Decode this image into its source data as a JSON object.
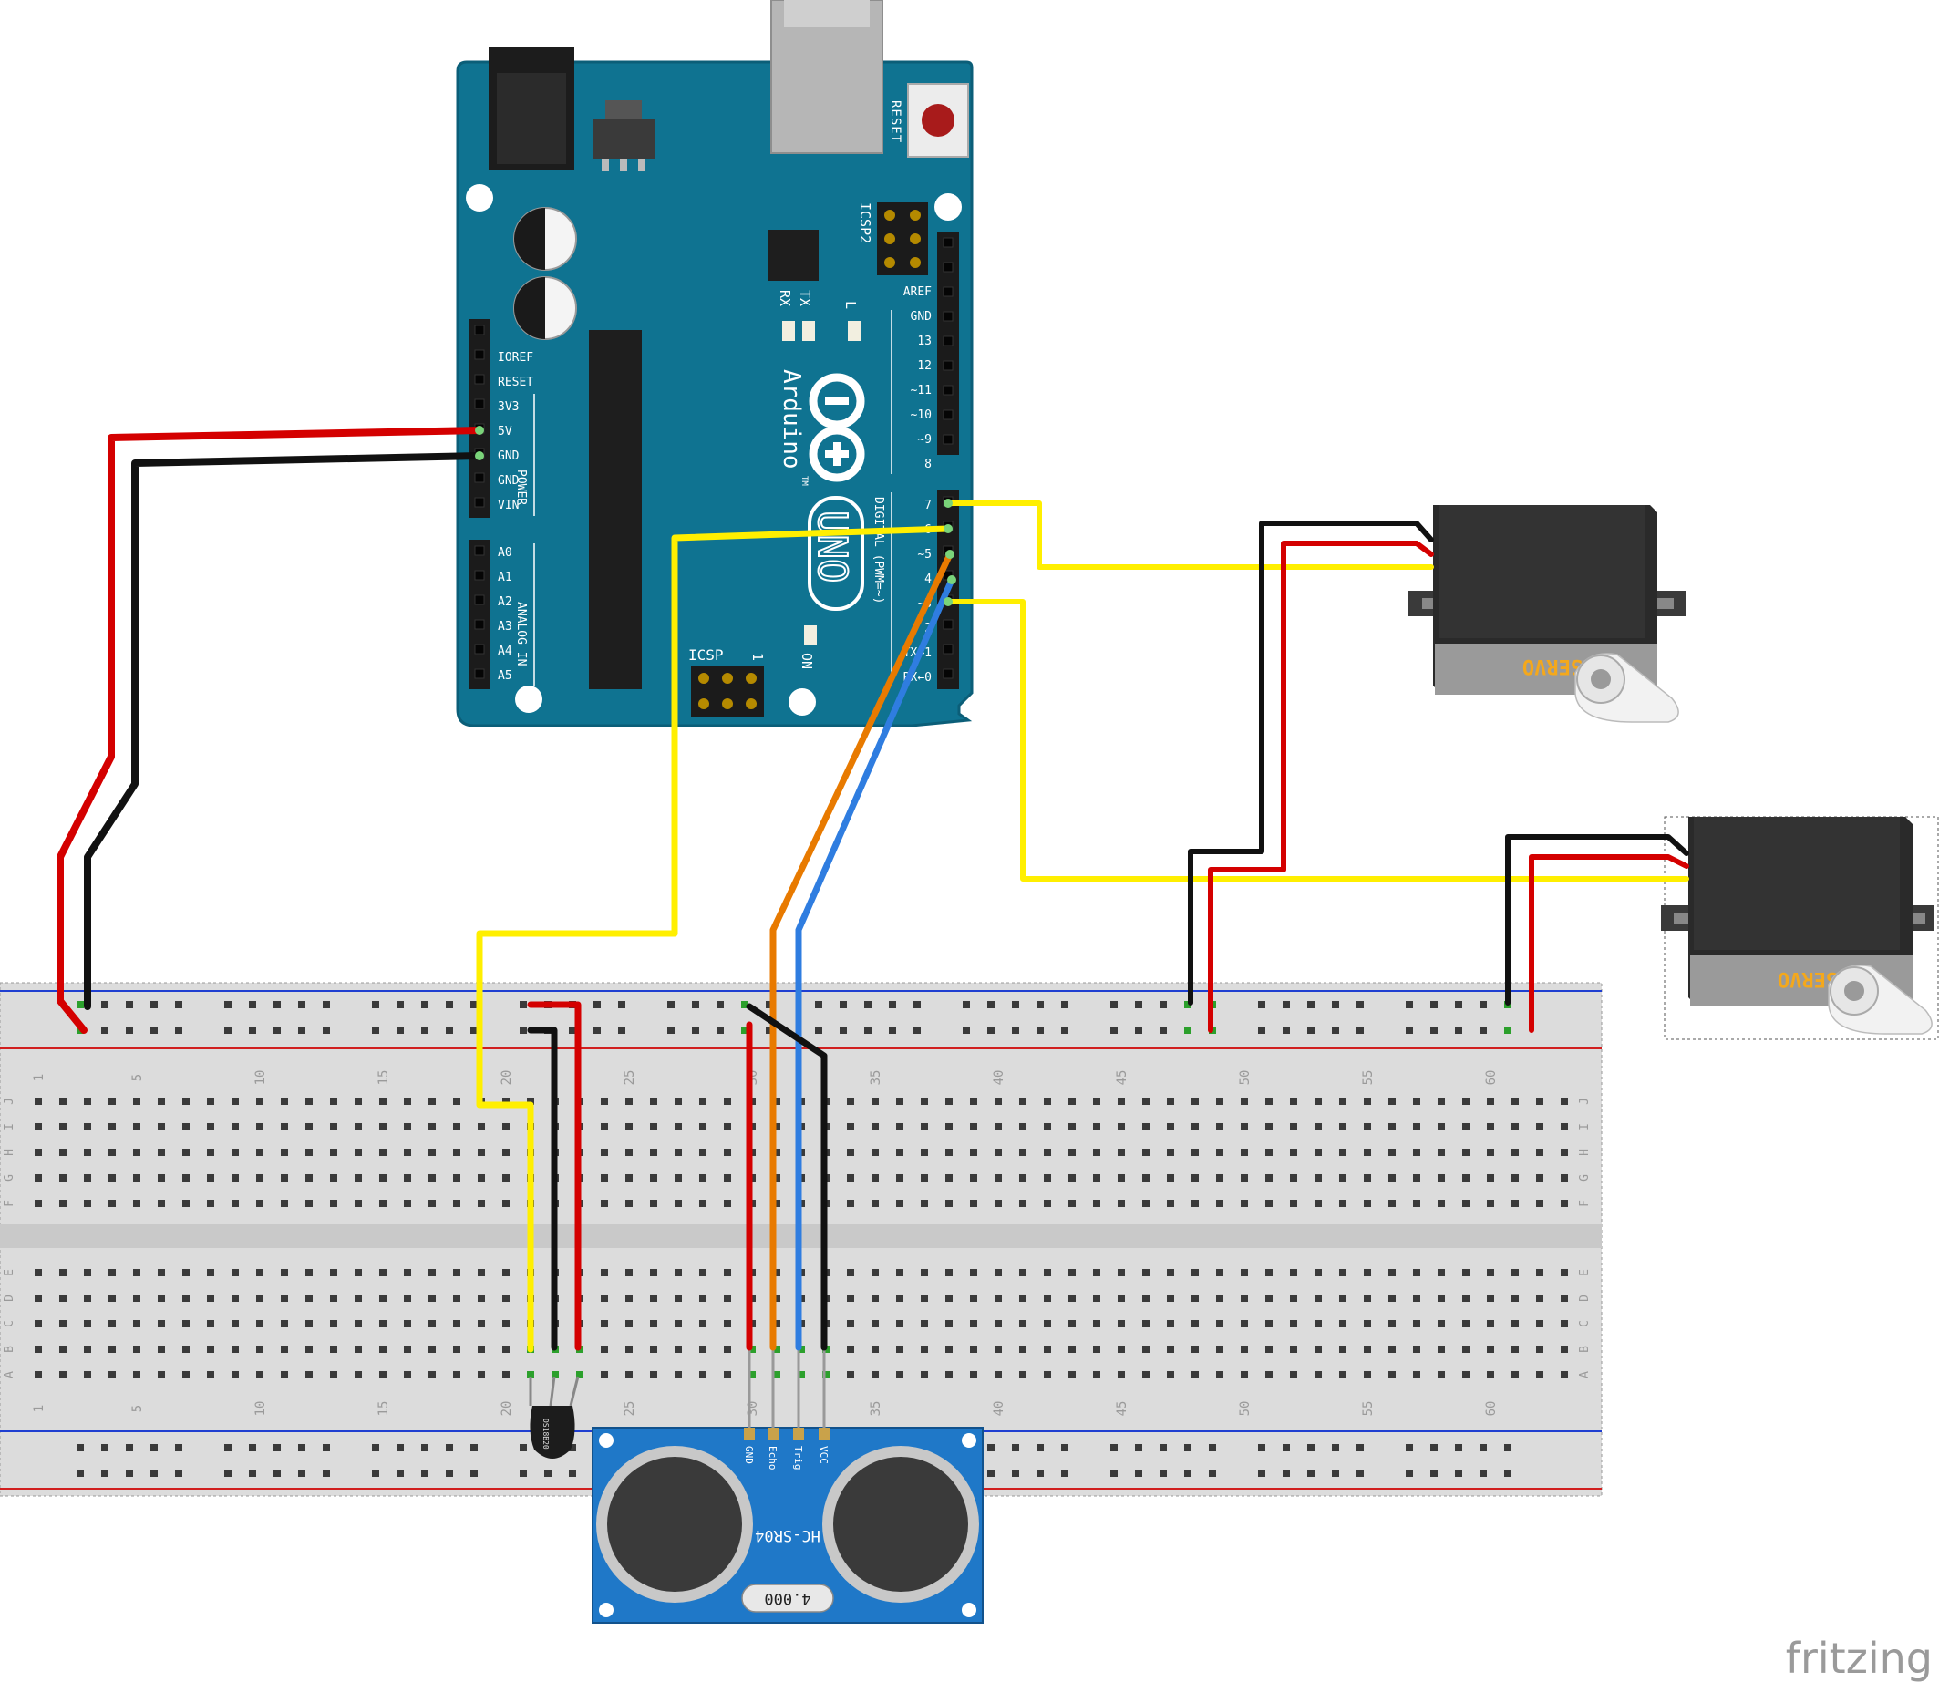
{
  "arduino": {
    "brand": "Arduino",
    "model": "UNO",
    "tm": "TM",
    "reset": "RESET",
    "icsp2": "ICSP2",
    "icsp": "ICSP",
    "icsp_pin": "1",
    "tx": "TX",
    "rx": "RX",
    "l": "L",
    "on": "ON",
    "power_title": "POWER",
    "analog_title": "ANALOG IN",
    "digital_title": "DIGITAL (PWM=~)",
    "power_pins": [
      "IOREF",
      "RESET",
      "3V3",
      "5V",
      "GND",
      "GND",
      "VIN"
    ],
    "analog_pins": [
      "A0",
      "A1",
      "A2",
      "A3",
      "A4",
      "A5"
    ],
    "digital_upper": [
      "AREF",
      "GND",
      "13",
      "12",
      "~11",
      "~10",
      "~9",
      "8"
    ],
    "digital_lower": [
      "7",
      "~6",
      "~5",
      "4",
      "~3",
      "2",
      "TX→1",
      "RX←0"
    ],
    "colors": {
      "board": "#0f7391",
      "board_edge": "#0b5e78",
      "header": "#1b1b1b"
    }
  },
  "breadboard": {
    "column_numbers": [
      "1",
      "5",
      "10",
      "15",
      "20",
      "25",
      "30",
      "35",
      "40",
      "45",
      "50",
      "55",
      "60"
    ],
    "rows_top": [
      "J",
      "I",
      "H",
      "G",
      "F"
    ],
    "rows_bottom": [
      "E",
      "D",
      "C",
      "B",
      "A"
    ],
    "colors": {
      "body": "#dcdcdc",
      "hole": "#3a3a3a",
      "used_hole": "#2ca02c",
      "rail_red": "#d11f1f",
      "rail_blue": "#1f3fd1"
    }
  },
  "servos": [
    {
      "label": "SERVO"
    },
    {
      "label": "SERVO"
    }
  ],
  "ultrasonic": {
    "model": "HC-SR04",
    "crystal": "4.000",
    "pins": [
      "GND",
      "Echo",
      "Trig",
      "VCC"
    ],
    "colors": {
      "pcb": "#1f78c8",
      "pcb_edge": "#12528c"
    }
  },
  "temp_sensor": {
    "label": "DS18B20"
  },
  "wires": {
    "colors": {
      "red": "#d40000",
      "black": "#111111",
      "yellow": "#ffef00",
      "orange": "#e87a00",
      "blue": "#2f7de0"
    }
  },
  "watermark": "fritzing"
}
